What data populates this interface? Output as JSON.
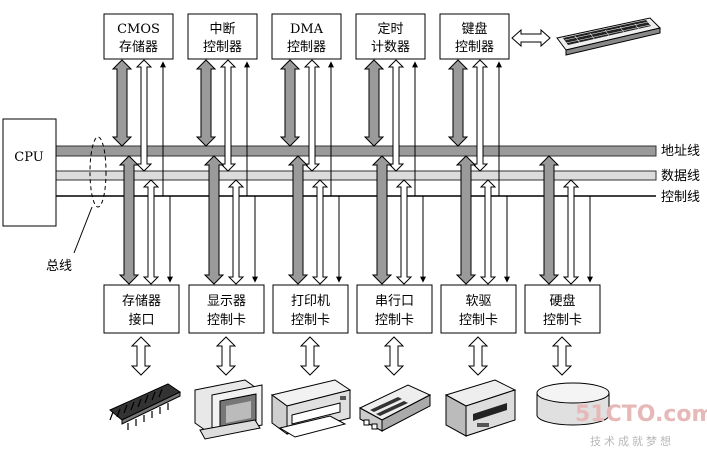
{
  "cpu": {
    "label": "CPU"
  },
  "bus": {
    "lines": [
      {
        "label": "地址线"
      },
      {
        "label": "数据线"
      },
      {
        "label": "控制线"
      }
    ],
    "bus_label": "总线"
  },
  "top_boxes": [
    {
      "line1": "CMOS",
      "line2": "存储器"
    },
    {
      "line1": "中断",
      "line2": "控制器"
    },
    {
      "line1": "DMA",
      "line2": "控制器"
    },
    {
      "line1": "定时",
      "line2": "计数器"
    },
    {
      "line1": "键盘",
      "line2": "控制器"
    }
  ],
  "bottom_boxes": [
    {
      "line1": "存储器",
      "line2": "接口"
    },
    {
      "line1": "显示器",
      "line2": "控制卡"
    },
    {
      "line1": "打印机",
      "line2": "控制卡"
    },
    {
      "line1": "串行口",
      "line2": "控制卡"
    },
    {
      "line1": "软驱",
      "line2": "控制卡"
    },
    {
      "line1": "硬盘",
      "line2": "控制卡"
    }
  ],
  "devices": [
    {
      "icon": "memory-chip-icon"
    },
    {
      "icon": "monitor-icon"
    },
    {
      "icon": "printer-icon"
    },
    {
      "icon": "serial-modem-icon"
    },
    {
      "icon": "floppy-drive-icon"
    },
    {
      "icon": "hard-disk-icon"
    }
  ],
  "keyboard": {
    "icon": "keyboard-icon"
  },
  "watermark": {
    "brand": "51CTO.com",
    "slogan": "技术成就梦想"
  }
}
